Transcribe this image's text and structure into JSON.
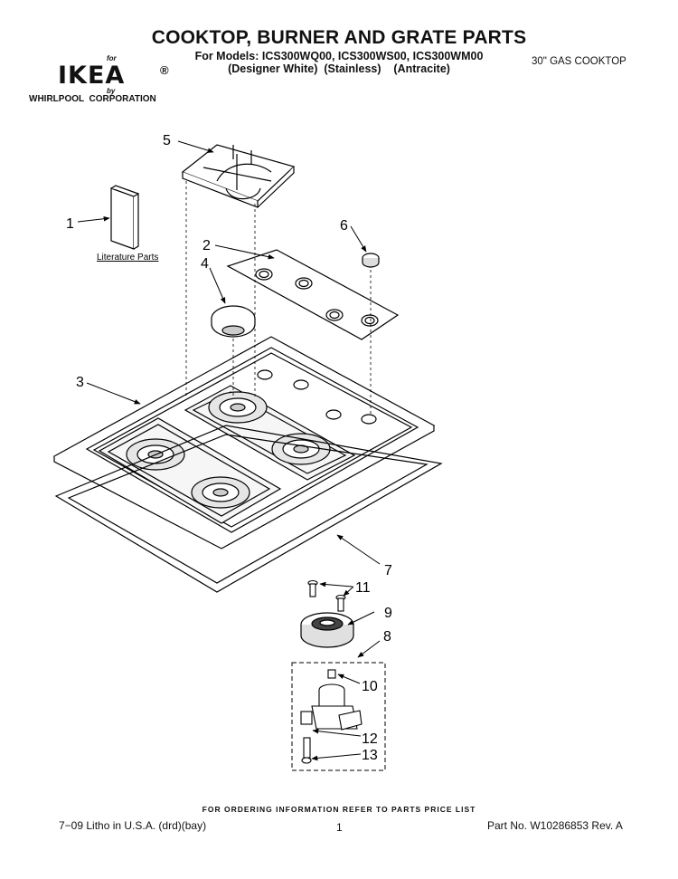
{
  "header": {
    "title": "COOKTOP, BURNER AND GRATE PARTS",
    "models_line1": "For Models: ICS300WQ00, ICS300WS00, ICS300WM00",
    "models_line2": "(Designer White)  (Stainless)    (Antracite)",
    "product": "30\" GAS COOKTOP"
  },
  "logo": {
    "for": "for",
    "brand": "IKEA",
    "registered": "®",
    "by": "by",
    "corporation": "WHIRLPOOL  CORPORATION"
  },
  "diagram": {
    "literature_label": "Literature Parts",
    "callouts": {
      "c1": "1",
      "c2": "2",
      "c3": "3",
      "c4": "4",
      "c5": "5",
      "c6": "6",
      "c7": "7",
      "c8": "8",
      "c9": "9",
      "c10": "10",
      "c11": "11",
      "c12": "12",
      "c13": "13"
    }
  },
  "footer": {
    "ordering": "FOR ORDERING INFORMATION REFER TO PARTS PRICE LIST",
    "litho": "7−09 Litho in U.S.A. (drd)(bay)",
    "page": "1",
    "part_number": "Part No. W10286853 Rev. A"
  }
}
